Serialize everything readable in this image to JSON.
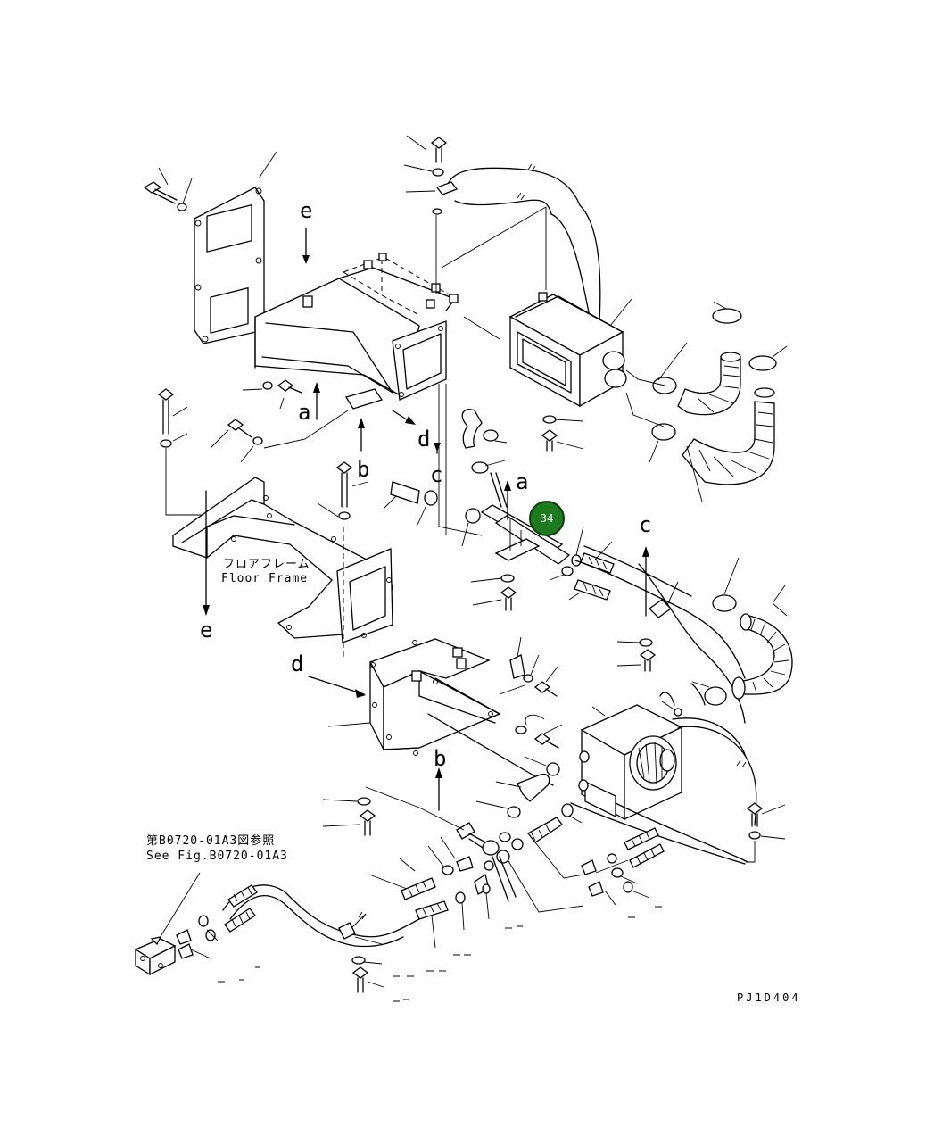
{
  "labels": {
    "floor_frame_jp": "フロアフレーム",
    "floor_frame_en": "Floor Frame",
    "see_fig_jp": "第B0720-01A3図参照",
    "see_fig_en": "See Fig.B0720-01A3",
    "drawing_code": "PJ1D404"
  },
  "letters": {
    "a": "a",
    "b": "b",
    "c": "c",
    "d": "d",
    "e": "e"
  },
  "callout": {
    "number": "34",
    "color": "#1e7a1e"
  }
}
